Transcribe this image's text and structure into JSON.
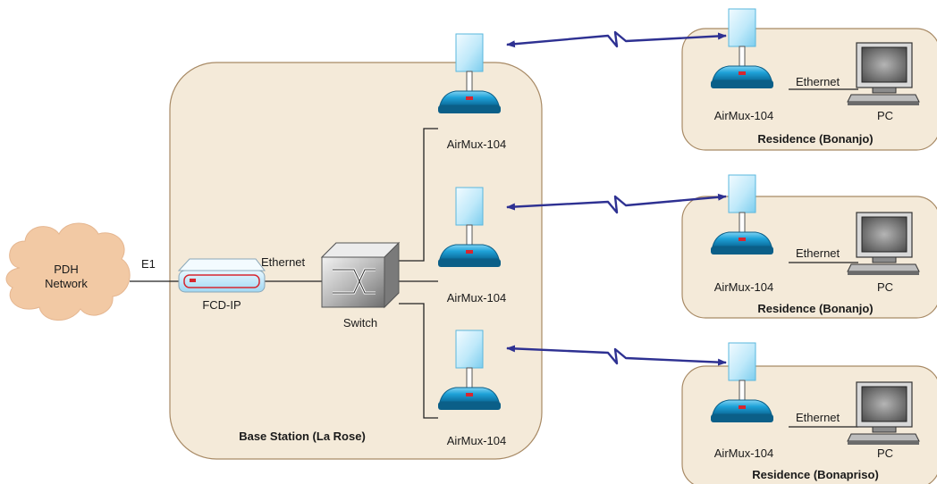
{
  "cloud": {
    "line1": "PDH",
    "line2": "Network"
  },
  "links": {
    "e1": "E1",
    "ethernet_main": "Ethernet"
  },
  "fcd": {
    "label": "FCD-IP"
  },
  "switch": {
    "label": "Switch"
  },
  "base_station": {
    "label": "Base Station (La Rose)"
  },
  "base_units": [
    {
      "label": "AirMux-104"
    },
    {
      "label": "AirMux-104"
    },
    {
      "label": "AirMux-104"
    }
  ],
  "residences": [
    {
      "title": "Residence (Bonanjo)",
      "unit_label": "AirMux-104",
      "link_label": "Ethernet",
      "pc_label": "PC"
    },
    {
      "title": "Residence (Bonanjo)",
      "unit_label": "AirMux-104",
      "link_label": "Ethernet",
      "pc_label": "PC"
    },
    {
      "title": "Residence (Bonapriso)",
      "unit_label": "AirMux-104",
      "link_label": "Ethernet",
      "pc_label": "PC"
    }
  ],
  "colors": {
    "panel_fill": "#f4ead9",
    "panel_stroke": "#a88a65",
    "cloud_fill": "#f2c9a4",
    "device_blue": "#1fa2d8",
    "antenna_light": "#d3f1fc",
    "wireless_link": "#2e3192"
  }
}
